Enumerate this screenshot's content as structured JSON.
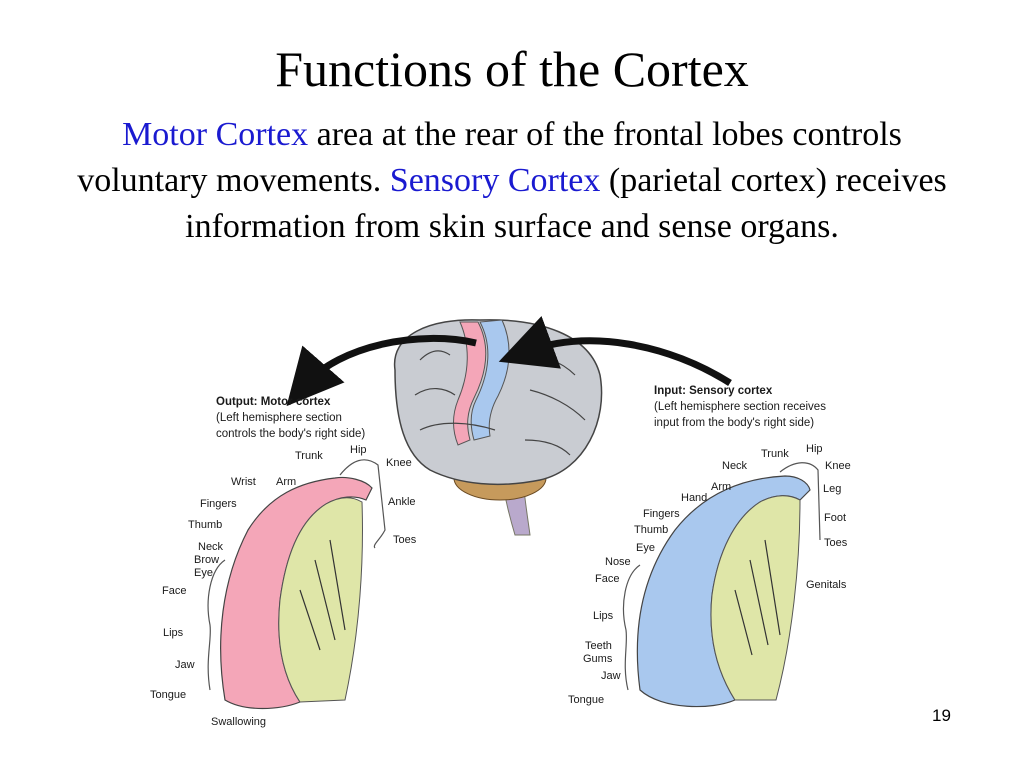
{
  "slide": {
    "title": "Functions of the Cortex",
    "body": {
      "motor_term": "Motor Cortex",
      "motor_text": " area at the rear of the frontal lobes controls voluntary movements. ",
      "sensory_term": "Sensory Cortex",
      "sensory_text": " (parietal cortex) receives information from skin surface and sense organs."
    },
    "page_number": "19",
    "colors": {
      "highlight": "#1a1ad0",
      "motor": "#f4a6b8",
      "sensory": "#a9c8ee",
      "brain": "#c9ccd2"
    }
  },
  "figure": {
    "motor_header": {
      "title": "Output: Motor cortex",
      "line1": "(Left hemisphere section",
      "line2": "controls the body's right side)"
    },
    "sensory_header": {
      "title": "Input: Sensory cortex",
      "line1": "(Left hemisphere section receives",
      "line2": "input from the body's right side)"
    },
    "motor_labels": [
      "Trunk",
      "Hip",
      "Knee",
      "Wrist",
      "Arm",
      "Ankle",
      "Fingers",
      "Thumb",
      "Toes",
      "Neck",
      "Brow",
      "Eye",
      "Face",
      "Lips",
      "Jaw",
      "Tongue",
      "Swallowing"
    ],
    "sensory_labels": [
      "Trunk",
      "Hip",
      "Neck",
      "Knee",
      "Arm",
      "Leg",
      "Hand",
      "Fingers",
      "Foot",
      "Thumb",
      "Toes",
      "Eye",
      "Nose",
      "Face",
      "Genitals",
      "Lips",
      "Teeth",
      "Gums",
      "Jaw",
      "Tongue"
    ]
  }
}
